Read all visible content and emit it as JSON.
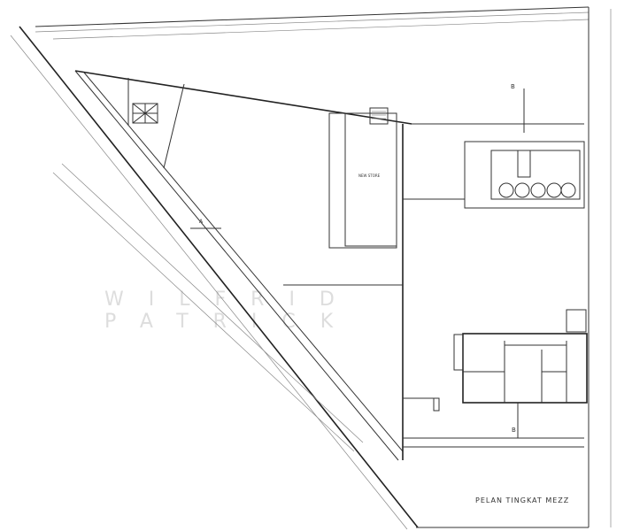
{
  "drawing": {
    "title": "PELAN TINGKAT MEZZ",
    "watermark": "WILFRID PATRICK",
    "rooms": {
      "new_store": "NEW STORE"
    },
    "section_markers": {
      "a": "A",
      "b": "B"
    }
  }
}
